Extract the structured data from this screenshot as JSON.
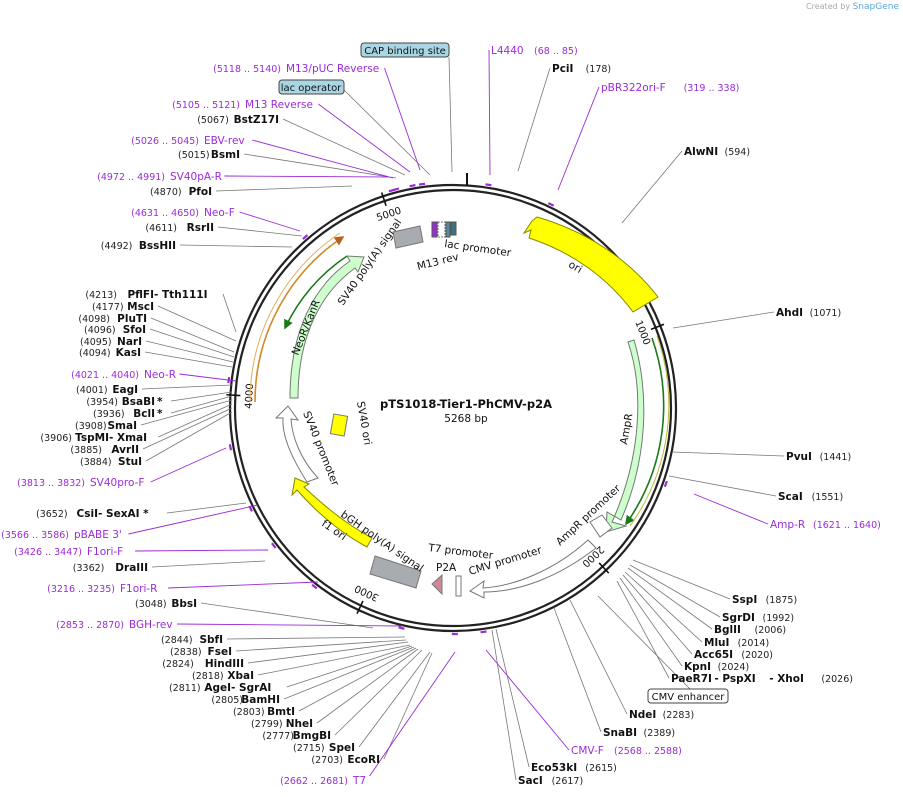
{
  "credit": {
    "prefix": "Created by",
    "brand": "SnapGene"
  },
  "plasmid": {
    "name": "pTS1018-Tier1-PhCMV-p2A",
    "length": "5268 bp",
    "total_bp": 5268
  },
  "ticks": [
    {
      "bp": 1000,
      "label": "1000"
    },
    {
      "bp": 2000,
      "label": "2000"
    },
    {
      "bp": 3000,
      "label": "3000"
    },
    {
      "bp": 4000,
      "label": "4000"
    },
    {
      "bp": 5000,
      "label": "5000"
    }
  ],
  "features": [
    {
      "name": "ori",
      "color": "#ffff00",
      "stroke": "#999900"
    },
    {
      "name": "AmpR",
      "color": "#ccffcc",
      "stroke": "#888"
    },
    {
      "name": "AmpR promoter",
      "color": "#ffffff",
      "stroke": "#777"
    },
    {
      "name": "CMV promoter",
      "color": "#ffffff",
      "stroke": "#777"
    },
    {
      "name": "P2A",
      "color": "#cc8899",
      "stroke": "#777"
    },
    {
      "name": "T7 promoter",
      "color": "#ffffff",
      "stroke": "#777"
    },
    {
      "name": "bGH poly(A) signal",
      "color": "#a8acb0",
      "stroke": "#777"
    },
    {
      "name": "f1 ori",
      "color": "#ffff00",
      "stroke": "#999900"
    },
    {
      "name": "SV40 promoter",
      "color": "#ffffff",
      "stroke": "#777"
    },
    {
      "name": "SV40 ori",
      "color": "#ffff00",
      "stroke": "#777"
    },
    {
      "name": "NeoR/KanR",
      "color": "#ccffcc",
      "stroke": "#777"
    },
    {
      "name": "SV40 poly(A) signal",
      "color": "#a8acb0",
      "stroke": "#777"
    },
    {
      "name": "M13 rev",
      "color": "#9b2bd6",
      "stroke": "#777"
    },
    {
      "name": "lac promoter",
      "color": "#ffffff",
      "stroke": "#777"
    }
  ],
  "boxed_labels": [
    {
      "name": "CAP binding site"
    },
    {
      "name": "lac operator"
    },
    {
      "name": "CMV enhancer"
    }
  ],
  "enzymes_left": [
    {
      "pos": "(5067)",
      "name": "BstZ17I"
    },
    {
      "pos": "(5015)",
      "name": "BsmI"
    },
    {
      "pos": "(4870)",
      "name": "PfoI"
    },
    {
      "pos": "(4611)",
      "name": "RsrII"
    },
    {
      "pos": "(4492)",
      "name": "BssHII"
    },
    {
      "pos": "(4213)",
      "name": "PflFI",
      "alt": " - Tth111I"
    },
    {
      "pos": "(4177)",
      "name": "MscI"
    },
    {
      "pos": "(4098)",
      "name": "PluTI"
    },
    {
      "pos": "(4096)",
      "name": "SfoI"
    },
    {
      "pos": "(4095)",
      "name": "NarI"
    },
    {
      "pos": "(4094)",
      "name": "KasI"
    },
    {
      "pos": "(4001)",
      "name": "EagI"
    },
    {
      "pos": "(3954)",
      "name": "BsaBI",
      "star": " *"
    },
    {
      "pos": "(3936)",
      "name": "BclI",
      "star": " *"
    },
    {
      "pos": "(3908)",
      "name": "SmaI"
    },
    {
      "pos": "(3906)",
      "name": "TspMI",
      "alt": " - XmaI"
    },
    {
      "pos": "(3885)",
      "name": "AvrII"
    },
    {
      "pos": "(3884)",
      "name": "StuI"
    },
    {
      "pos": "(3652)",
      "name": "CsiI",
      "alt": " - SexAI *"
    },
    {
      "pos": "(3362)",
      "name": "DraIII"
    },
    {
      "pos": "(3048)",
      "name": "BbsI"
    },
    {
      "pos": "(2844)",
      "name": "SbfI"
    },
    {
      "pos": "(2838)",
      "name": "FseI"
    },
    {
      "pos": "(2824)",
      "name": "HindIII"
    },
    {
      "pos": "(2818)",
      "name": "XbaI"
    },
    {
      "pos": "(2811)",
      "name": "AgeI",
      "alt": " - SgrAI"
    },
    {
      "pos": "(2805)",
      "name": "BamHI"
    },
    {
      "pos": "(2803)",
      "name": "BmtI"
    },
    {
      "pos": "(2799)",
      "name": "NheI"
    },
    {
      "pos": "(2777)",
      "name": "BmgBI"
    },
    {
      "pos": "(2715)",
      "name": "SpeI"
    },
    {
      "pos": "(2703)",
      "name": "EcoRI"
    }
  ],
  "enzymes_right": [
    {
      "name": "PciI",
      "pos": "(178)"
    },
    {
      "name": "AlwNI",
      "pos": "(594)"
    },
    {
      "name": "AhdI",
      "pos": "(1071)"
    },
    {
      "name": "PvuI",
      "pos": "(1441)"
    },
    {
      "name": "ScaI",
      "pos": "(1551)"
    },
    {
      "name": "SspI",
      "pos": "(1875)"
    },
    {
      "name": "SgrDI",
      "pos": "(1992)"
    },
    {
      "name": "BglII",
      "pos": "(2006)"
    },
    {
      "name": "MluI",
      "pos": "(2014)"
    },
    {
      "name": "Acc65I",
      "pos": "(2020)"
    },
    {
      "name": "KpnI",
      "pos": "(2024)"
    },
    {
      "name": "PaeR7I",
      "alt": " - PspXI",
      "alt2": " - XhoI",
      "pos": "(2026)"
    },
    {
      "name": "NdeI",
      "pos": "(2283)"
    },
    {
      "name": "SnaBI",
      "pos": "(2389)"
    },
    {
      "name": "Eco53kI",
      "pos": "(2615)"
    },
    {
      "name": "SacI",
      "pos": "(2617)"
    }
  ],
  "primers_left": [
    {
      "pos": "(5118 .. 5140)",
      "name": "M13/pUC Reverse"
    },
    {
      "pos": "(5105 .. 5121)",
      "name": "M13 Reverse"
    },
    {
      "pos": "(5026 .. 5045)",
      "name": "EBV-rev"
    },
    {
      "pos": "(4972 .. 4991)",
      "name": "SV40pA-R"
    },
    {
      "pos": "(4631 .. 4650)",
      "name": "Neo-F"
    },
    {
      "pos": "(4021 .. 4040)",
      "name": "Neo-R"
    },
    {
      "pos": "(3813 .. 3832)",
      "name": "SV40pro-F"
    },
    {
      "pos": "(3566 .. 3586)",
      "name": "pBABE 3'"
    },
    {
      "pos": "(3426 .. 3447)",
      "name": "F1ori-F"
    },
    {
      "pos": "(3216 .. 3235)",
      "name": "F1ori-R"
    },
    {
      "pos": "(2853 .. 2870)",
      "name": "BGH-rev"
    },
    {
      "pos": "(2662 .. 2681)",
      "name": "T7"
    }
  ],
  "primers_right": [
    {
      "name": "L4440",
      "pos": "(68 .. 85)"
    },
    {
      "name": "pBR322ori-F",
      "pos": "(319 .. 338)"
    },
    {
      "name": "Amp-R",
      "pos": "(1621 .. 1640)"
    },
    {
      "name": "CMV-F",
      "pos": "(2568 .. 2588)"
    }
  ]
}
